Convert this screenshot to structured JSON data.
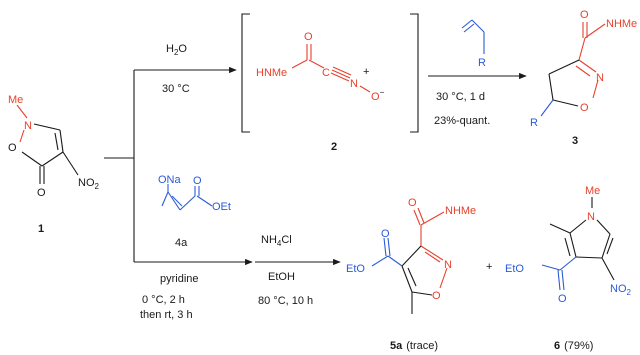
{
  "colors": {
    "red": "#e8412c",
    "blue": "#2a5bd7",
    "black": "#1a1a1a"
  },
  "compounds": {
    "c1": {
      "number": "1",
      "me": "Me",
      "n": "N",
      "o_ring": "O",
      "o_keto": "O",
      "no2": "NO",
      "no2_sub": "2"
    },
    "c2": {
      "number": "2",
      "hnme": "HNMe",
      "o": "O",
      "c": "C",
      "n": "N",
      "plus": "+",
      "o_minus": "O",
      "minus": "−"
    },
    "c3": {
      "number": "3",
      "nhme": "NHMe",
      "o_amide": "O",
      "n": "N",
      "o_ring": "O",
      "r": "R"
    },
    "c4a": {
      "number": "4a",
      "ona": "ONa",
      "o": "O",
      "oet": "OEt"
    },
    "c5a": {
      "number": "5a",
      "note": "(trace)",
      "eto": "EtO",
      "o_ester": "O",
      "nhme": "NHMe",
      "o_amide": "O",
      "n": "N",
      "o_ring": "O"
    },
    "c6": {
      "number": "6",
      "note": "(79%)",
      "me": "Me",
      "n": "N",
      "eto": "EtO",
      "o": "O",
      "no2": "NO",
      "no2_sub": "2"
    },
    "alkene": {
      "r": "R"
    }
  },
  "upper_reaction": {
    "reagent": "H",
    "reagent_sub": "2",
    "reagent_tail": "O",
    "condition": "30 °C",
    "step2_condition": "30 °C, 1 d",
    "step2_yield": "23%-quant."
  },
  "lower_reaction": {
    "reagent_solvent": "pyridine",
    "condition_1": "0 °C, 2 h",
    "condition_2": "then rt, 3 h",
    "step2_reagent": "NH",
    "step2_reagent_sub": "4",
    "step2_reagent_tail": "Cl",
    "step2_solvent": "EtOH",
    "step2_condition": "80 °C, 10 h",
    "plus": "+"
  }
}
